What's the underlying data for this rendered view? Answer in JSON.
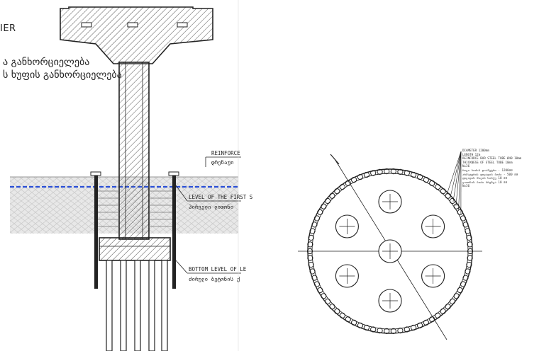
{
  "left_drawing": {
    "heading_fragment": "IER",
    "georgian_line1": "ა განხორციელება",
    "georgian_line2": "ს ხუფის განხორციელება",
    "label_top": "REINFORCE",
    "label_top_geo": "დრენაჟი",
    "label_mid": "LEVEL OF THE FIRST S",
    "label_mid_geo": "პირველი ლითონი",
    "label_bottom": "BOTTOM LEVEL OF LE",
    "label_bottom_geo": "ძირული ბეტონის ქ"
  },
  "right_drawing": {
    "notes": [
      "DIAMETER 1200mm",
      "LENGTH 12m",
      "REINFORCE BAR STEEL TUBE Ø40 10mm",
      "THICKNESS OF STEEL TUBE 10mm",
      "N=36",
      "",
      "რიგი ბოძის დიამეტრი - 1200მმ",
      "არმატურის ფოლადის ბოძი - 500 მმ",
      "ფოლადის მილის სისქე 10 მმ",
      "",
      "ლითონის ბოძი ბრუნვა 10 მმ",
      "N=36"
    ],
    "ring_bar_count": 74,
    "inner_bores": 7
  },
  "colors": {
    "line": "#222222",
    "water": "#2a4fd6",
    "soil": "#e4e4e4",
    "hatch": "#555555"
  }
}
